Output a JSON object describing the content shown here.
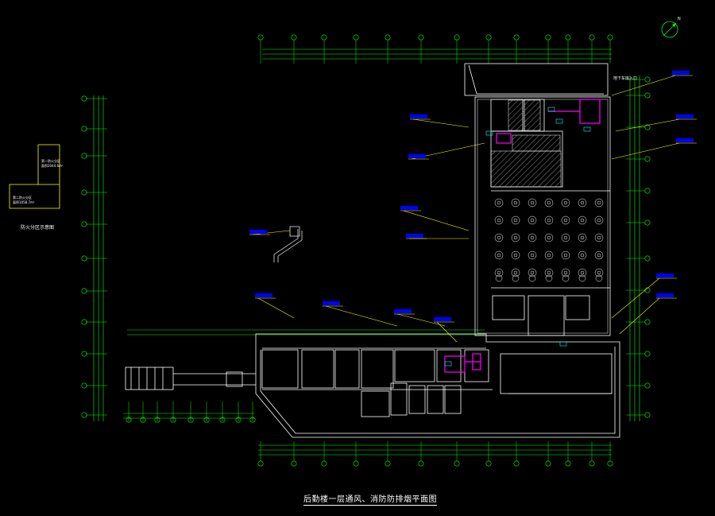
{
  "drawing": {
    "title": "后勤楼一层通风、消防防排烟平面图",
    "legend_caption": "防火分区示意图",
    "zone_1_label": "第一防火分区",
    "zone_1_area": "面积2044.6m²",
    "zone_2_label": "第二防火分区",
    "zone_2_area": "面积1058.7m²",
    "entrance_label": "地下车库入口",
    "north_mark": "N"
  },
  "colors": {
    "background": "#000000",
    "axis": "#00ff00",
    "wall": "#ffffff",
    "leader": "#ffff00",
    "note": "#0000ff",
    "duct": "#ff00ff",
    "hatch": "#7f7f7f"
  }
}
